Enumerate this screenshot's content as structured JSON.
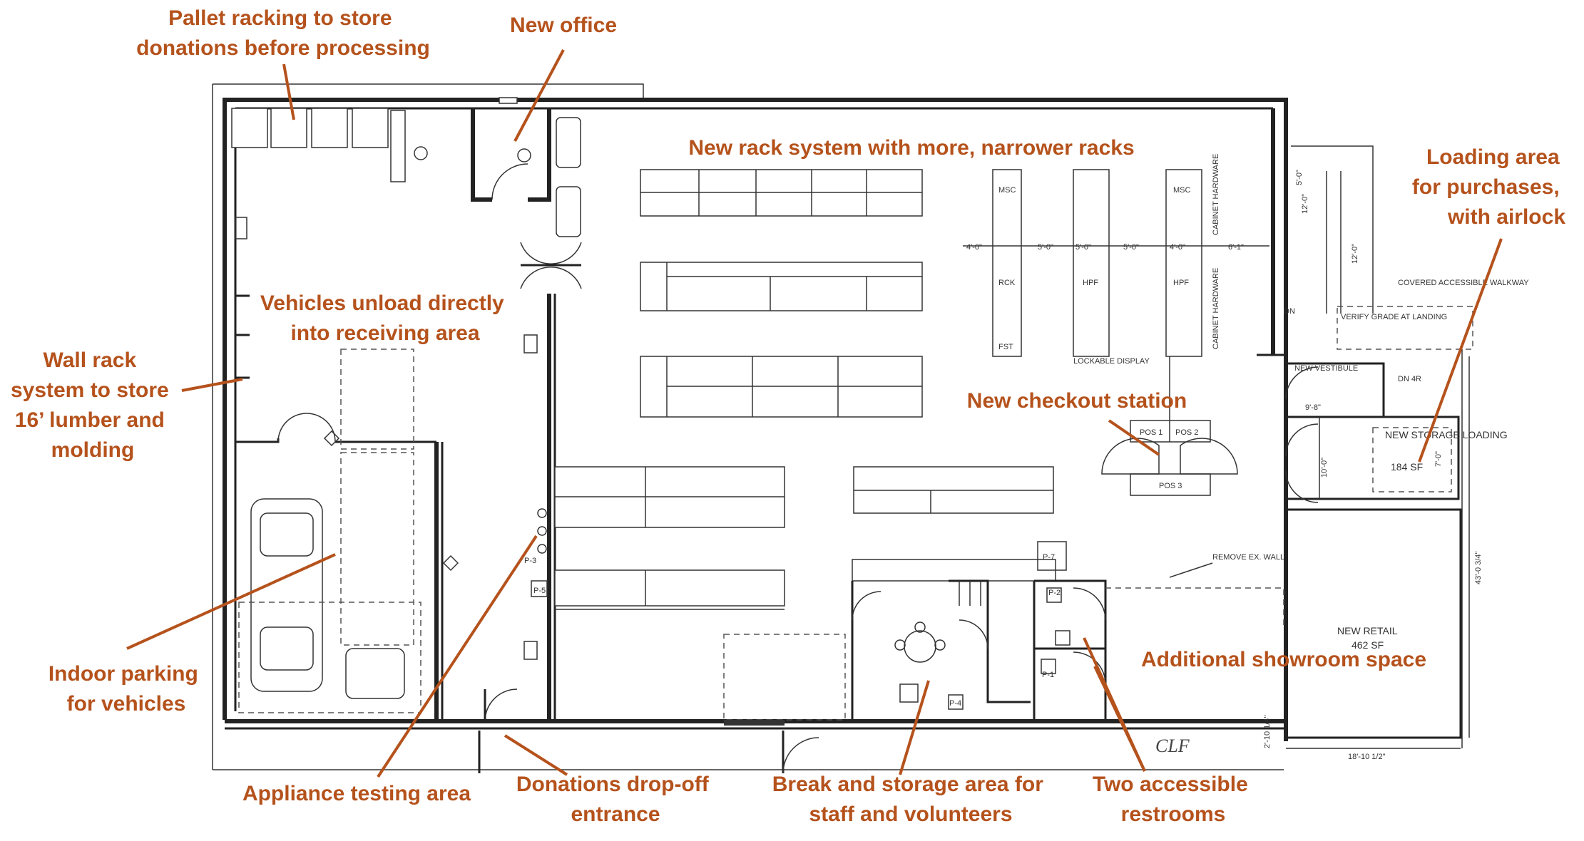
{
  "callouts": {
    "pallet": [
      "Pallet racking to store",
      "donations before processing"
    ],
    "new_office": [
      "New office"
    ],
    "rack_system": [
      "New rack system with more, narrower racks"
    ],
    "loading_area": [
      "Loading area",
      "for purchases,",
      "with airlock"
    ],
    "vehicles_unload": [
      "Vehicles unload directly",
      "into receiving area"
    ],
    "wall_rack": [
      "Wall rack",
      "system to store",
      "16’ lumber and",
      "molding"
    ],
    "checkout": [
      "New checkout station"
    ],
    "showroom": [
      "Additional showroom space"
    ],
    "indoor_parking": [
      "Indoor parking",
      "for vehicles"
    ],
    "appliance": [
      "Appliance testing area"
    ],
    "donations_entrance": [
      "Donations drop-off",
      "entrance"
    ],
    "break_area": [
      "Break and storage area for",
      "staff and volunteers"
    ],
    "restrooms": [
      "Two accessible",
      "restrooms"
    ]
  },
  "plan_labels": {
    "msc_1": "MSC",
    "rck": "RCK",
    "fst": "FST",
    "hpf": "HPF",
    "hpf_2": "HPF",
    "msc_2": "MSC",
    "cabinet_hw_1": "CABINET HARDWARE",
    "cabinet_hw_2": "CABINET HARDWARE",
    "lockable_display": "LOCKABLE DISPLAY",
    "dim_4a": "4'-0\"",
    "dim_5a": "5'-0\"",
    "dim_5b": "5'-0\"",
    "dim_5c": "5'-0\"",
    "dim_4b": "4'-0\"",
    "dim_6": "6'-1\"",
    "pos1": "POS 1",
    "pos2": "POS 2",
    "pos3": "POS 3",
    "new_vestibule": "NEW VESTIBULE",
    "covered_walkway": "COVERED ACCESSIBLE WALKWAY",
    "verify_grade": "VERIFY GRADE AT LANDING",
    "new_storage": "NEW STORAGE LOADING",
    "storage_sf": "184 SF",
    "new_retail": "NEW RETAIL",
    "retail_sf": "462 SF",
    "remove_wall": "REMOVE EX. WALL",
    "clf": "CLF",
    "dn": "DN",
    "dn4r": "DN 4R",
    "dim_5ft": "5'-0\"",
    "dim_98": "9'-8\"",
    "dim_10": "10'-0\"",
    "dim_7": "7'-0\"",
    "dim_12a": "12'-0\"",
    "dim_12b": "12'-0\"",
    "dim_43": "43'-0 3/4\"",
    "dim_1810": "18'-10 1/2\"",
    "dim_210": "2'-10 1/4\"",
    "p3": "P-3",
    "p2": "P-2",
    "p7": "P-7",
    "p4": "P-4",
    "p5": "P-5",
    "p1": "P-1"
  },
  "colors": {
    "callout": "#b5521c",
    "line": "#222222"
  }
}
